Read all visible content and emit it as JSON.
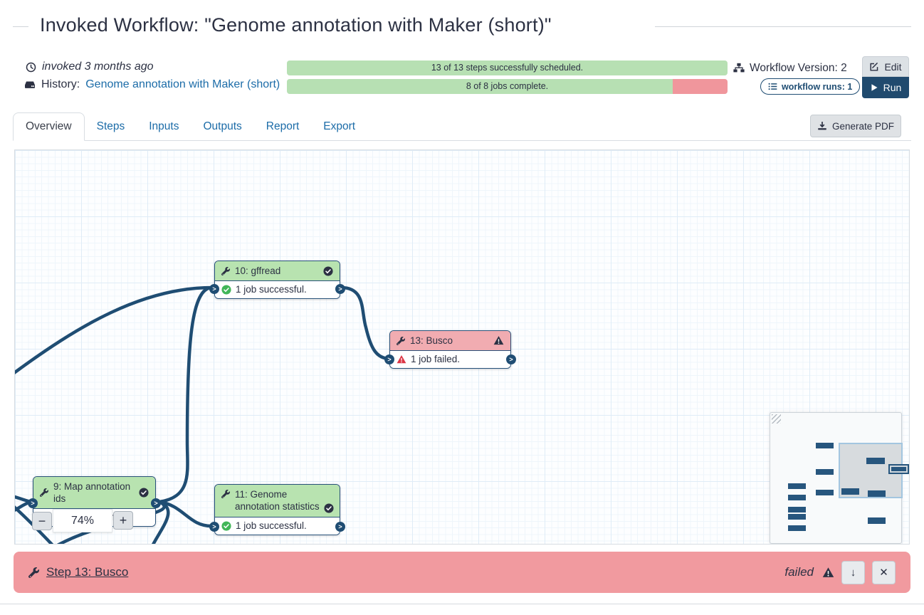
{
  "header": {
    "title": "Invoked Workflow: \"Genome annotation with Maker (short)\"",
    "invoked_time": "invoked 3 months ago",
    "history_label": "History:",
    "history_link": "Genome annotation with Maker (short)",
    "steps_progress": "13 of 13 steps successfully scheduled.",
    "jobs_progress": "8 of 8 jobs complete.",
    "jobs_green_pct": 87.5,
    "workflow_version": "Workflow Version: 2",
    "runs_badge": "workflow runs: 1",
    "edit_label": "Edit",
    "run_label": "Run"
  },
  "tabs": {
    "items": [
      "Overview",
      "Steps",
      "Inputs",
      "Outputs",
      "Report",
      "Export"
    ],
    "active": "Overview",
    "generate_pdf": "Generate PDF"
  },
  "canvas": {
    "zoom_level": "74%",
    "nodes": [
      {
        "title": "10: gffread",
        "status": "success",
        "body": "1 job successful."
      },
      {
        "title": "13: Busco",
        "status": "error",
        "body": "1 job failed."
      },
      {
        "title": "9: Map annotation ids",
        "status": "success",
        "body": "1 job successful."
      },
      {
        "title": "11: Genome annotation statistics",
        "status": "success",
        "body": "1 job successful."
      }
    ]
  },
  "minimap": {
    "rects": [
      [
        64,
        42,
        25,
        8,
        false
      ],
      [
        135,
        63,
        26,
        9,
        false
      ],
      [
        166,
        72,
        29,
        14,
        true
      ],
      [
        64,
        79,
        25,
        8,
        false
      ],
      [
        25,
        99,
        25,
        8,
        false
      ],
      [
        64,
        108,
        25,
        8,
        false
      ],
      [
        100,
        106,
        25,
        9,
        false
      ],
      [
        137,
        109,
        25,
        9,
        false
      ],
      [
        25,
        115,
        25,
        8,
        false
      ],
      [
        25,
        132,
        25,
        8,
        false
      ],
      [
        25,
        142,
        25,
        8,
        false
      ],
      [
        137,
        147,
        25,
        9,
        false
      ],
      [
        25,
        158,
        25,
        8,
        false
      ]
    ]
  },
  "step_panel": {
    "title": "Step 13: Busco",
    "status": "failed"
  },
  "icons": {
    "minus": "−",
    "plus": "+",
    "arrow_down": "↓",
    "close": "✕",
    "chevron": ">"
  },
  "colors": {
    "edge_blue": "#1f4d73",
    "link_blue": "#1c6ca8",
    "node_green": "#b8e3b0",
    "node_red": "#f1acb1",
    "panel_pink": "#f19a9f",
    "progress_green": "#b7e0b3",
    "progress_red": "#f0969c",
    "run_navy": "#204a6e",
    "text_dark": "#2c3143"
  }
}
